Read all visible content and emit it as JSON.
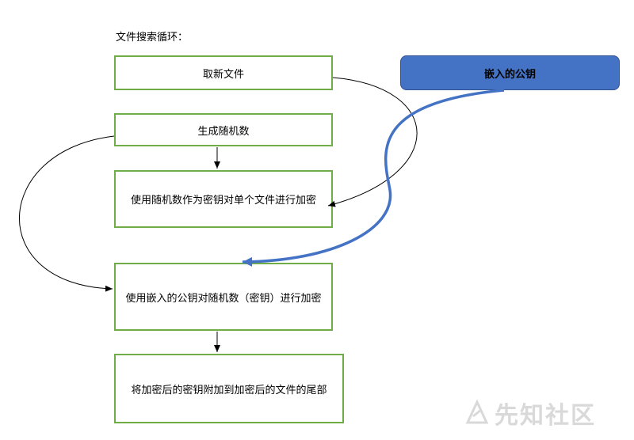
{
  "title": "文件搜索循环：",
  "boxes": {
    "fetch_file": "取新文件",
    "gen_random": "生成随机数",
    "encrypt_file": "使用随机数作为密钥对单个文件进行加密",
    "encrypt_key": "使用嵌入的公钥对随机数（密钥）进行加密",
    "append_key": "将加密后的密钥附加到加密后的文件的尾部"
  },
  "public_key": "嵌入的公钥",
  "watermark": "先知社区",
  "colors": {
    "box_border": "#70ad47",
    "key_fill": "#4472c4",
    "key_arrow": "#4472c4",
    "watermark": "#d9d9d9"
  }
}
